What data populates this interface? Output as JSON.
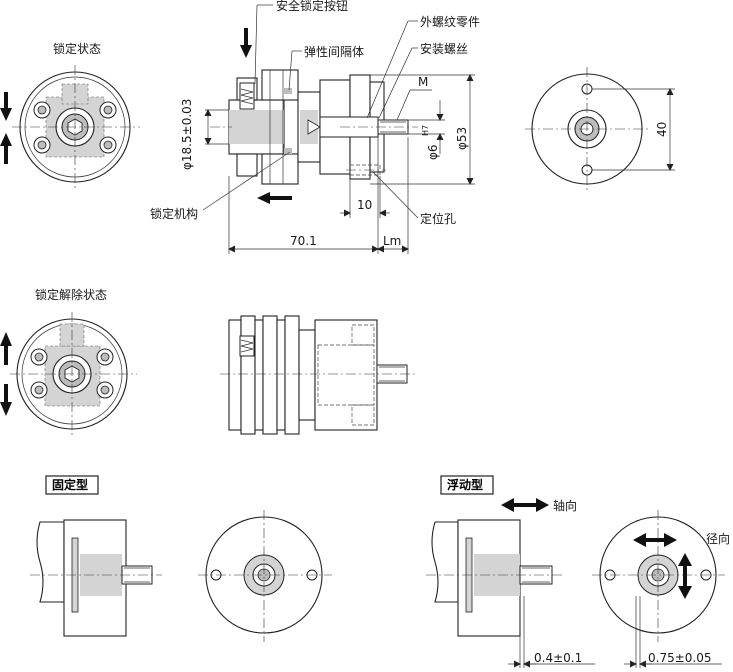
{
  "labels": {
    "safety_lock_button": "安全锁定按钮",
    "external_thread_part": "外螺纹零件",
    "locked_state": "锁定状态",
    "elastic_spacer": "弹性间隔体",
    "mounting_screw": "安装螺丝",
    "thread_m": "M",
    "lock_mechanism": "锁定机构",
    "positioning_hole": "定位孔",
    "unlocked_state": "锁定解除状态",
    "fixed_type": "固定型",
    "floating_type": "浮动型",
    "axial": "轴向",
    "radial": "径向"
  },
  "dims": {
    "d18": "φ18.5±0.03",
    "d6": "φ6",
    "d6_tol": "H7",
    "d53": "φ53",
    "len10": "10",
    "len70": "70.1",
    "lm": "Lm",
    "h40": "40",
    "axial_tol": "0.4±0.1",
    "radial_tol": "0.75±0.05"
  }
}
